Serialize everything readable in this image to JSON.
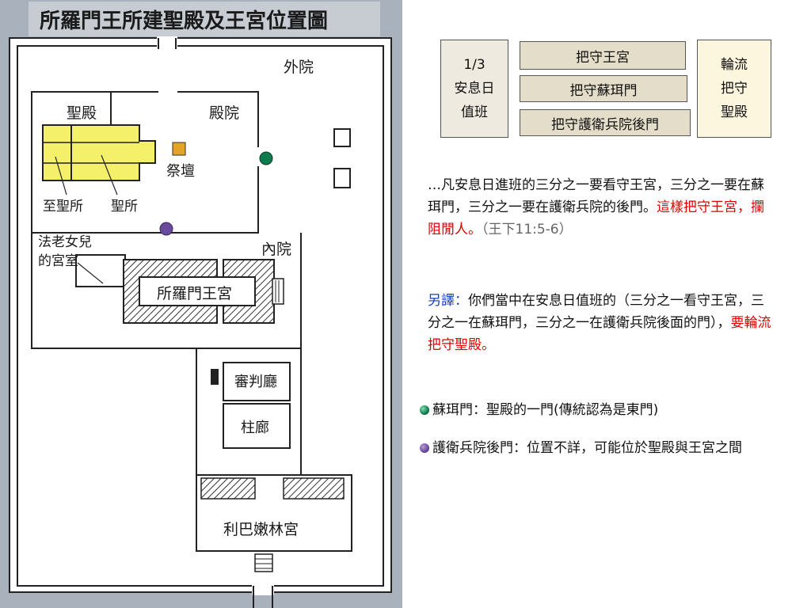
{
  "map": {
    "title": "所羅門王所建聖殿及王宮位置圖",
    "labels": {
      "outer_court": "外院",
      "temple": "聖殿",
      "temple_court": "殿院",
      "altar": "祭壇",
      "holy_of_holies": "至聖所",
      "holy_place": "聖所",
      "pharaoh_daughter_palace": "法老女兒\n的宮室",
      "inner_court": "內院",
      "solomon_palace": "所羅門王宮",
      "judgment_hall": "審判廳",
      "colonnade": "柱廊",
      "lebanon_palace": "利巴嫩林宮"
    }
  },
  "rota": {
    "sabbath_box": [
      "1/3",
      "安息日",
      "值班"
    ],
    "duties": [
      "把守王宮",
      "把守蘇珥門",
      "把守護衛兵院後門"
    ],
    "temple_box": [
      "輪流",
      "把守",
      "聖殿"
    ]
  },
  "verse": {
    "main": "…凡安息日進班的三分之一要看守王宮，三分之一要在蘇珥門，三分之一要在護衛兵院的後門。",
    "highlight": "這樣把守王宮，攔阻閒人。",
    "ref": "（王下11:5-6）"
  },
  "alt": {
    "label": "另譯：",
    "main": "你們當中在安息日值班的（三分之一看守王宮，三分之一在蘇珥門，三分之一在護衛兵院後面的門），",
    "highlight": "要輪流把守聖殿。"
  },
  "legend": {
    "green": "蘇珥門：聖殿的一門(傳統認為是東門)",
    "purple": "護衛兵院後門：位置不詳，可能位於聖殿與王宮之間"
  },
  "colors": {
    "map_background": "#a9b1bc",
    "temple_fill": "#f5f06a",
    "green_gate": "#0e7b4c",
    "purple_gate": "#6a4a9a",
    "red_text": "#e00000",
    "alt_label": "#1a3fbf"
  }
}
